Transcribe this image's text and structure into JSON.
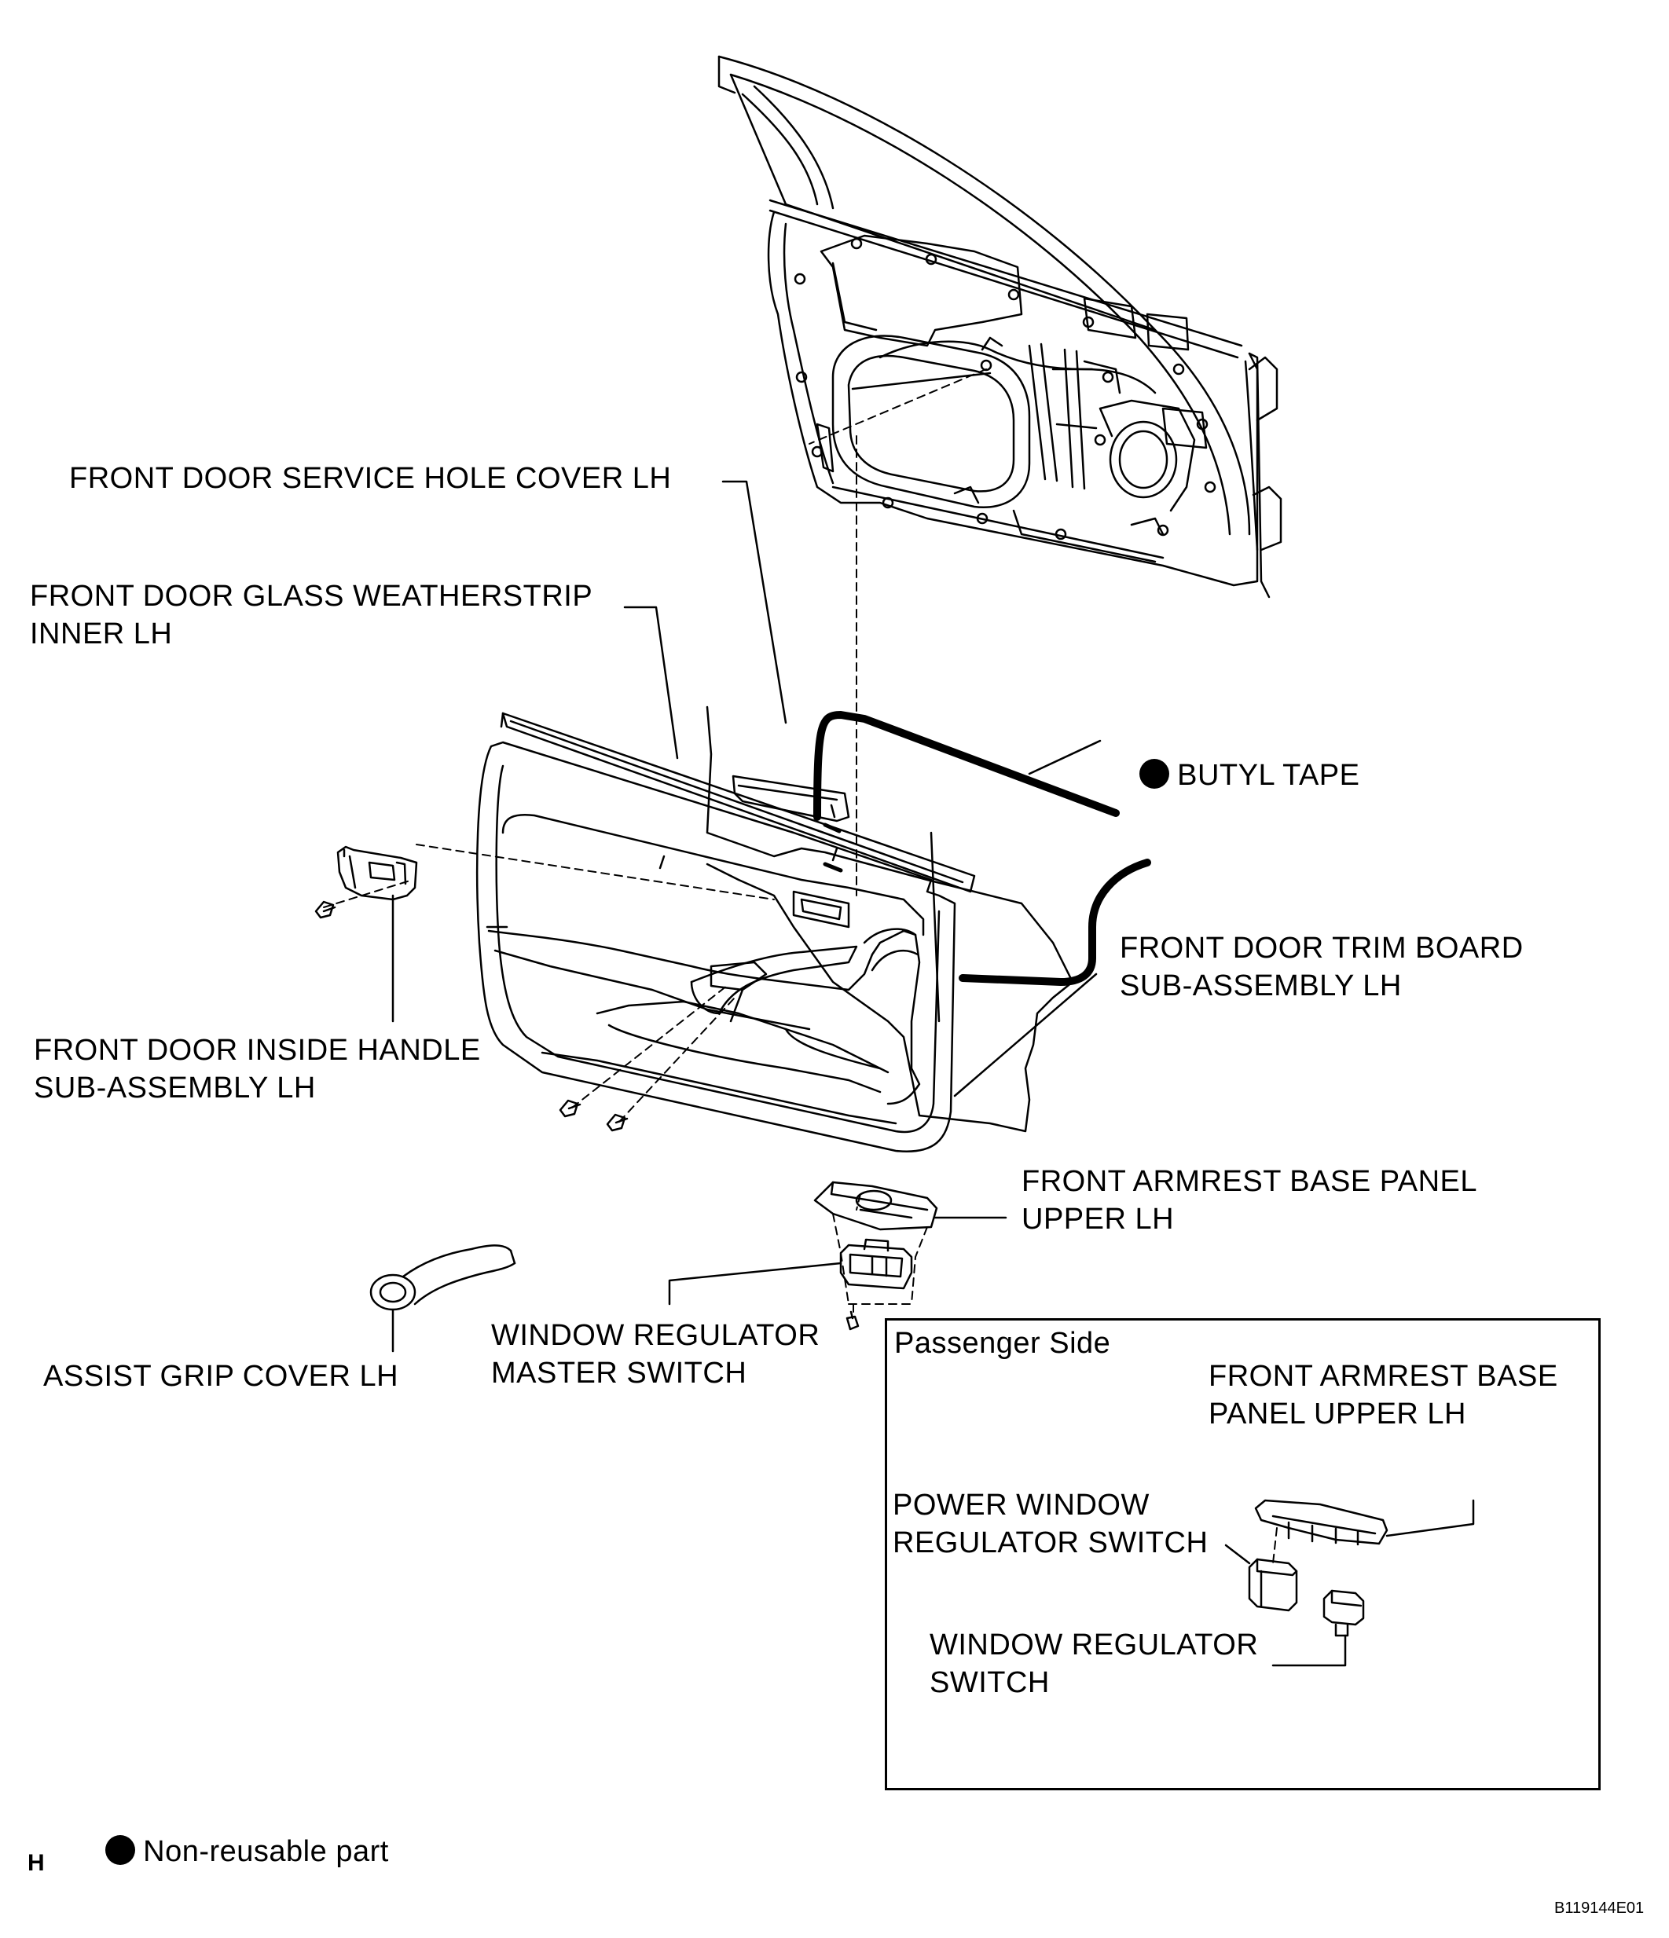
{
  "labels": {
    "service_hole_cover": "FRONT DOOR SERVICE HOLE COVER LH",
    "glass_weatherstrip_l1": "FRONT DOOR GLASS WEATHERSTRIP",
    "glass_weatherstrip_l2": "INNER LH",
    "butyl_tape": "BUTYL TAPE",
    "trim_board_l1": "FRONT DOOR TRIM BOARD",
    "trim_board_l2": "SUB-ASSEMBLY LH",
    "inside_handle_l1": "FRONT DOOR INSIDE HANDLE",
    "inside_handle_l2": "SUB-ASSEMBLY LH",
    "armrest_panel_l1": "FRONT ARMREST BASE PANEL",
    "armrest_panel_l2": "UPPER LH",
    "master_switch_l1": "WINDOW REGULATOR",
    "master_switch_l2": "MASTER SWITCH",
    "assist_grip": "ASSIST GRIP COVER LH"
  },
  "inset": {
    "title": "Passenger Side",
    "armrest_panel_l1": "FRONT ARMREST BASE",
    "armrest_panel_l2": "PANEL UPPER LH",
    "power_window_switch_l1": "POWER WINDOW",
    "power_window_switch_l2": "REGULATOR SWITCH",
    "window_switch_l1": "WINDOW REGULATOR",
    "window_switch_l2": "SWITCH"
  },
  "legend": {
    "non_reusable": "Non-reusable part"
  },
  "footer": {
    "page_code": "H",
    "figure_id": "B119144E01"
  }
}
